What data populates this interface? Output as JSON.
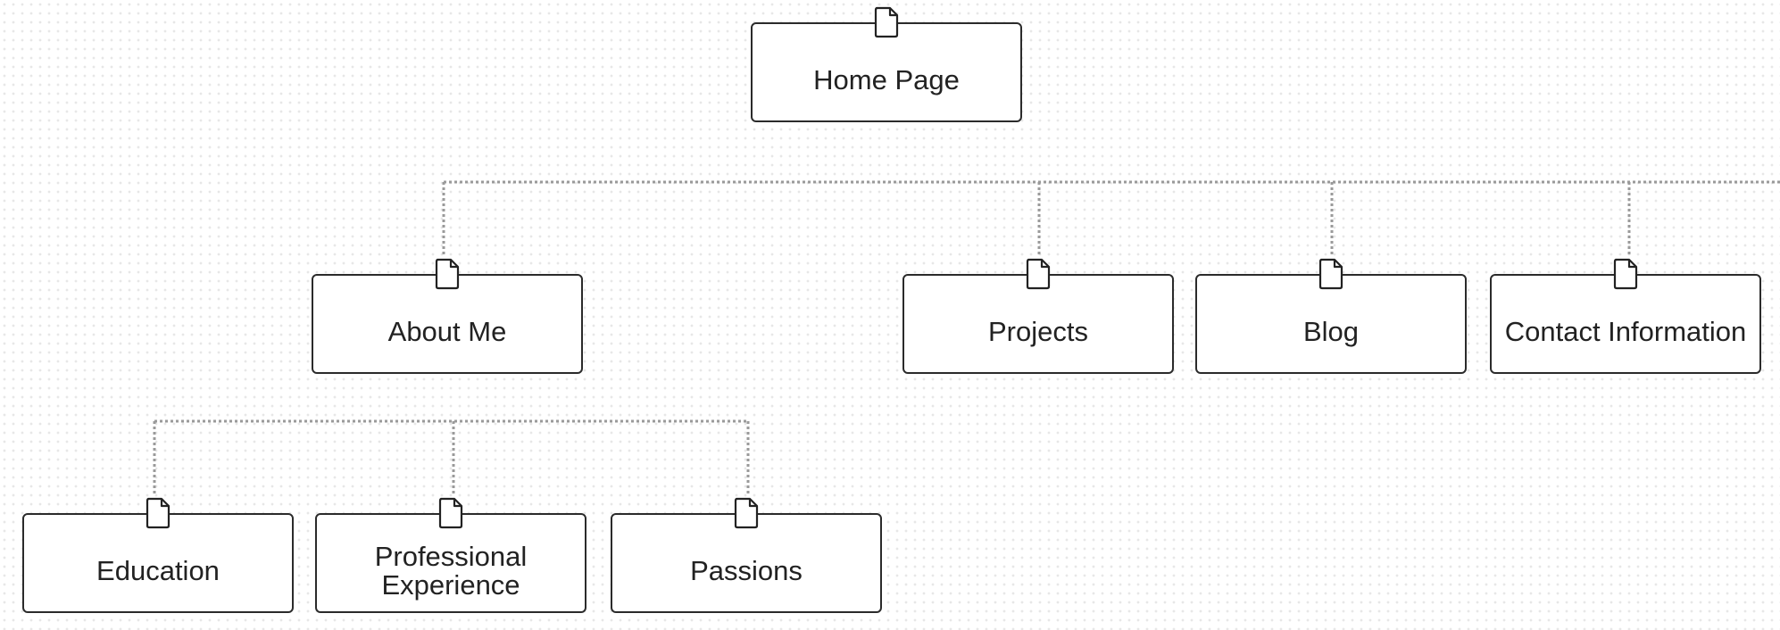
{
  "sitemap": {
    "nodes": [
      {
        "id": "home",
        "label": "Home Page",
        "parent": null
      },
      {
        "id": "about",
        "label": "About Me",
        "parent": "home"
      },
      {
        "id": "projects",
        "label": "Projects",
        "parent": "home"
      },
      {
        "id": "blog",
        "label": "Blog",
        "parent": "home"
      },
      {
        "id": "contact",
        "label": "Contact Information",
        "parent": "home"
      },
      {
        "id": "education",
        "label": "Education",
        "parent": "about"
      },
      {
        "id": "experience",
        "label": "Professional\nExperience",
        "parent": "about"
      },
      {
        "id": "passions",
        "label": "Passions",
        "parent": "about"
      }
    ],
    "icon": "page-icon",
    "colors": {
      "connector": "#9a9a9a",
      "node_border": "#2b2b2b",
      "text": "#222222",
      "grid_dot": "#e7e7e7"
    }
  }
}
